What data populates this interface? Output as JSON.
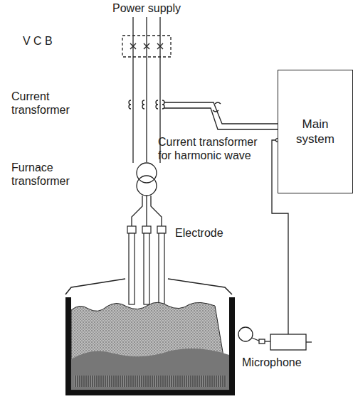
{
  "diagram": {
    "nodes": [
      {
        "text": [
          "Main system"
        ]
      }
    ],
    "labels": [
      "Power supply",
      "V C B",
      "Current transformer",
      "Current transformer for harmonic wave",
      "Furnace transformer",
      "Electrode",
      "Microphone"
    ]
  }
}
